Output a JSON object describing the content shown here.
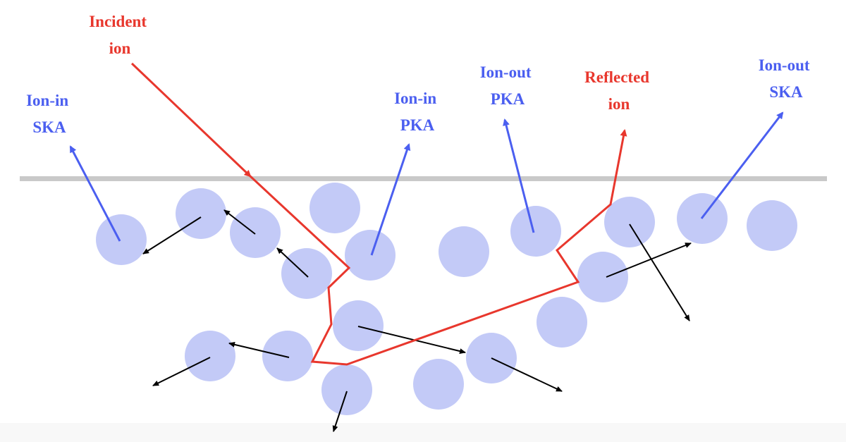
{
  "colors": {
    "incident": "#e8372d",
    "ion_label": "#4b5ff0",
    "atom": "#c3caf7",
    "surface": "#c9c9c9",
    "recoil_arrow": "#000000"
  },
  "labels": {
    "incident": [
      "Incident",
      "ion"
    ],
    "ion_in_ska": [
      "Ion-in",
      "SKA"
    ],
    "ion_in_pka": [
      "Ion-in",
      "PKA"
    ],
    "ion_out_pka": [
      "Ion-out",
      "PKA"
    ],
    "reflected": [
      "Reflected",
      "ion"
    ],
    "ion_out_ska": [
      "Ion-out",
      "SKA"
    ]
  }
}
